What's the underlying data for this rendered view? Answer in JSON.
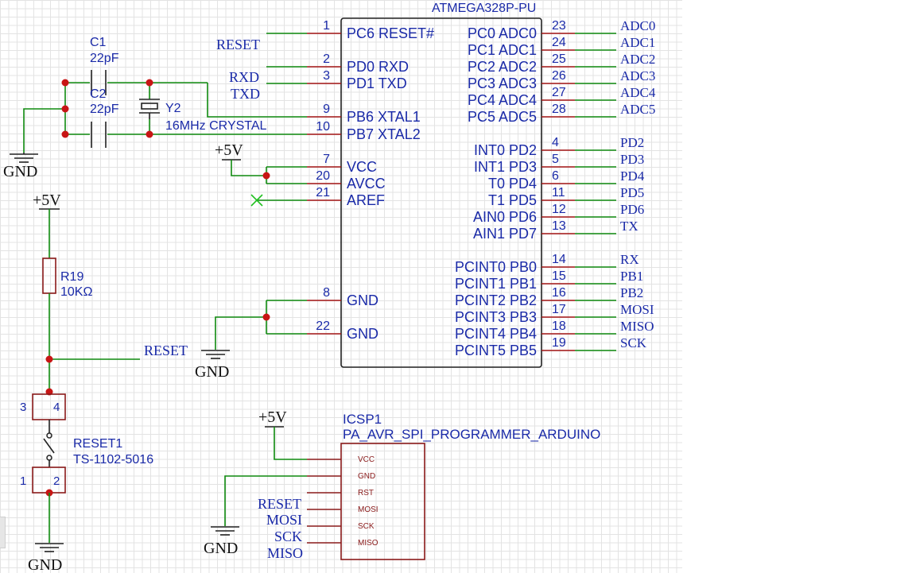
{
  "mcu": {
    "name": "ATMEGA328P-PU",
    "left_pins": [
      {
        "num": "1",
        "name": "PC6 RESET#",
        "net": "RESET"
      },
      {
        "num": "2",
        "name": "PD0 RXD",
        "net": "RXD"
      },
      {
        "num": "3",
        "name": "PD1 TXD",
        "net": "TXD"
      },
      {
        "num": "9",
        "name": "PB6 XTAL1",
        "net": ""
      },
      {
        "num": "10",
        "name": "PB7 XTAL2",
        "net": ""
      },
      {
        "num": "7",
        "name": "VCC",
        "net": ""
      },
      {
        "num": "20",
        "name": "AVCC",
        "net": ""
      },
      {
        "num": "21",
        "name": "AREF",
        "net": ""
      },
      {
        "num": "8",
        "name": "GND",
        "net": ""
      },
      {
        "num": "22",
        "name": "GND",
        "net": ""
      }
    ],
    "right_pins": [
      {
        "num": "23",
        "name": "PC0 ADC0",
        "net": "ADC0"
      },
      {
        "num": "24",
        "name": "PC1 ADC1",
        "net": "ADC1"
      },
      {
        "num": "25",
        "name": "PC2 ADC2",
        "net": "ADC2"
      },
      {
        "num": "26",
        "name": "PC3 ADC3",
        "net": "ADC3"
      },
      {
        "num": "27",
        "name": "PC4 ADC4",
        "net": "ADC4"
      },
      {
        "num": "28",
        "name": "PC5 ADC5",
        "net": "ADC5"
      },
      {
        "num": "4",
        "name": "INT0 PD2",
        "net": "PD2"
      },
      {
        "num": "5",
        "name": "INT1 PD3",
        "net": "PD3"
      },
      {
        "num": "6",
        "name": "T0 PD4",
        "net": "PD4"
      },
      {
        "num": "11",
        "name": "T1 PD5",
        "net": "PD5"
      },
      {
        "num": "12",
        "name": "AIN0 PD6",
        "net": "PD6"
      },
      {
        "num": "13",
        "name": "AIN1 PD7",
        "net": "TX"
      },
      {
        "num": "14",
        "name": "PCINT0 PB0",
        "net": "RX"
      },
      {
        "num": "15",
        "name": "PCINT1 PB1",
        "net": "PB1"
      },
      {
        "num": "16",
        "name": "PCINT2 PB2",
        "net": "PB2"
      },
      {
        "num": "17",
        "name": "PCINT3 PB3",
        "net": "MOSI"
      },
      {
        "num": "18",
        "name": "PCINT4 PB4",
        "net": "MISO"
      },
      {
        "num": "19",
        "name": "PCINT5 PB5",
        "net": "SCK"
      }
    ]
  },
  "c1": {
    "ref": "C1",
    "value": "22pF"
  },
  "c2": {
    "ref": "C2",
    "value": "22pF"
  },
  "y2": {
    "ref": "Y2",
    "value": "16MHz CRYSTAL"
  },
  "r19": {
    "ref": "R19",
    "value": "10KΩ"
  },
  "reset_switch": {
    "ref": "RESET1",
    "value": "TS-1102-5016",
    "pins": [
      "3",
      "4",
      "1",
      "2"
    ]
  },
  "icsp": {
    "ref": "ICSP1",
    "value": "PA_AVR_SPI_PROGRAMMER_ARDUINO",
    "pins": [
      "VCC",
      "GND",
      "RST",
      "MOSI",
      "SCK",
      "MISO"
    ],
    "nets": [
      "RESET",
      "MOSI",
      "SCK",
      "MISO"
    ]
  },
  "power": {
    "vcc": "+5V",
    "gnd": "GND"
  },
  "nets": {
    "reset": "RESET"
  }
}
